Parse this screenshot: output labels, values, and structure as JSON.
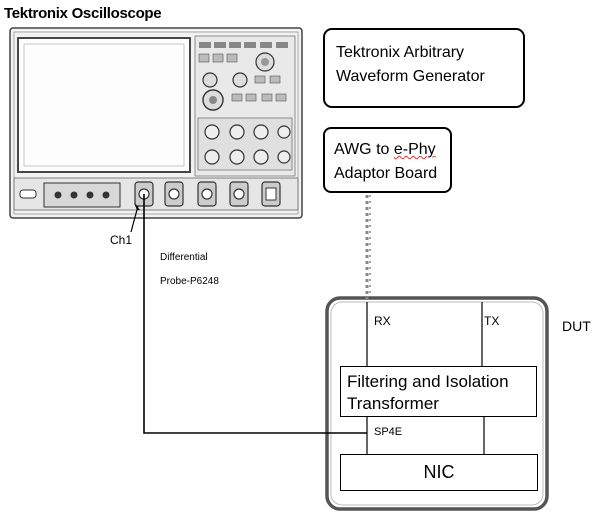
{
  "title": "Tektronix Oscilloscope",
  "awg": {
    "line1": "Tektronix Arbitrary",
    "line2": "Waveform Generator"
  },
  "adaptor": {
    "line1_prefix": "AWG to ",
    "line1_squiggle": "e-Phy",
    "line2": "Adaptor Board"
  },
  "probe": {
    "channel": "Ch1",
    "line1": "Differential",
    "line2": "Probe-P6248"
  },
  "dut": {
    "label": "DUT",
    "rx": "RX",
    "tx": "TX",
    "filter": {
      "line1": "Filtering and Isolation",
      "line2": "Transformer"
    },
    "port": "SP4E",
    "nic": "NIC"
  }
}
